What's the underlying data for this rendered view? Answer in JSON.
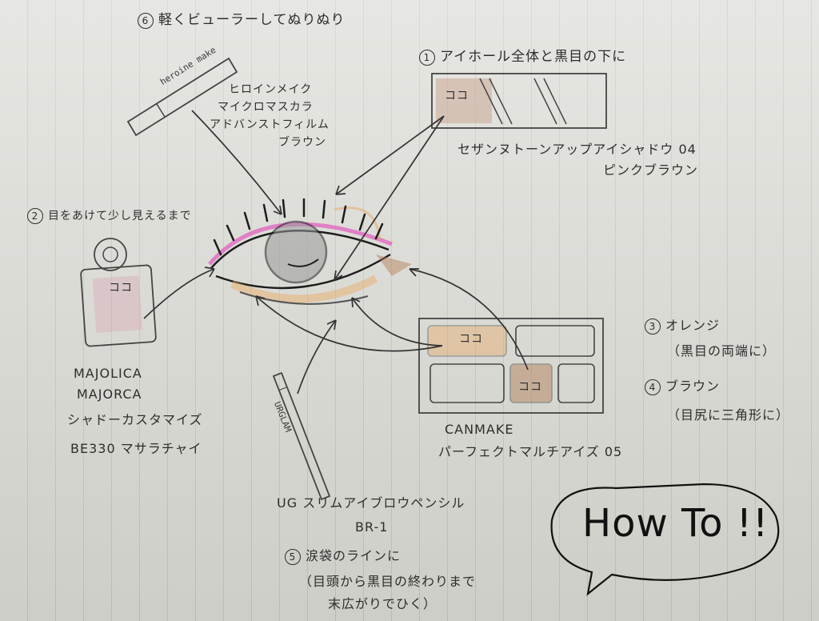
{
  "step6": {
    "num": "6",
    "text": "軽くビューラーしてぬりぬり"
  },
  "step1": {
    "num": "1",
    "text": "アイホール全体と黒目の下に"
  },
  "step2": {
    "num": "2",
    "text": "目をあけて少し見えるまで"
  },
  "step3": {
    "num": "3",
    "line1": "オレンジ",
    "line2": "（黒目の両端に）"
  },
  "step4": {
    "num": "4",
    "line1": "ブラウン",
    "line2": "（目尻に三角形に）"
  },
  "step5": {
    "num": "5",
    "line1": "涙袋のラインに",
    "line2": "（目頭から黒目の終わりまで",
    "line3": "末広がりでひく）"
  },
  "mascara": {
    "brand": "heroine make",
    "lines": [
      "ヒロインメイク",
      "マイクロマスカラ",
      "アドバンストフィルム",
      "ブラウン"
    ]
  },
  "cezanne": {
    "swatch_label": "ココ",
    "name": "セザンヌトーンアップアイシャドウ 04",
    "color": "ピンクブラウン"
  },
  "majolica": {
    "swatch_label": "ココ",
    "lines": [
      "MAJOLICA",
      "MAJORCA",
      "シャドーカスタマイズ",
      "BE330 マサラチャイ"
    ]
  },
  "canmake": {
    "swatch_label_1": "ココ",
    "swatch_label_2": "ココ",
    "line1": "CANMAKE",
    "line2": "パーフェクトマルチアイズ 05"
  },
  "ug_pencil": {
    "brand": "URGLAM",
    "line1": "UG スリムアイブロウペンシル",
    "line2": "BR-1"
  },
  "howto": {
    "text": "How To !!"
  },
  "colors": {
    "ink": "#2b2b2b",
    "paper": "#d9d9d3",
    "pink": "#e060c0",
    "orange": "#e8a860",
    "brown": "#b07a50"
  }
}
